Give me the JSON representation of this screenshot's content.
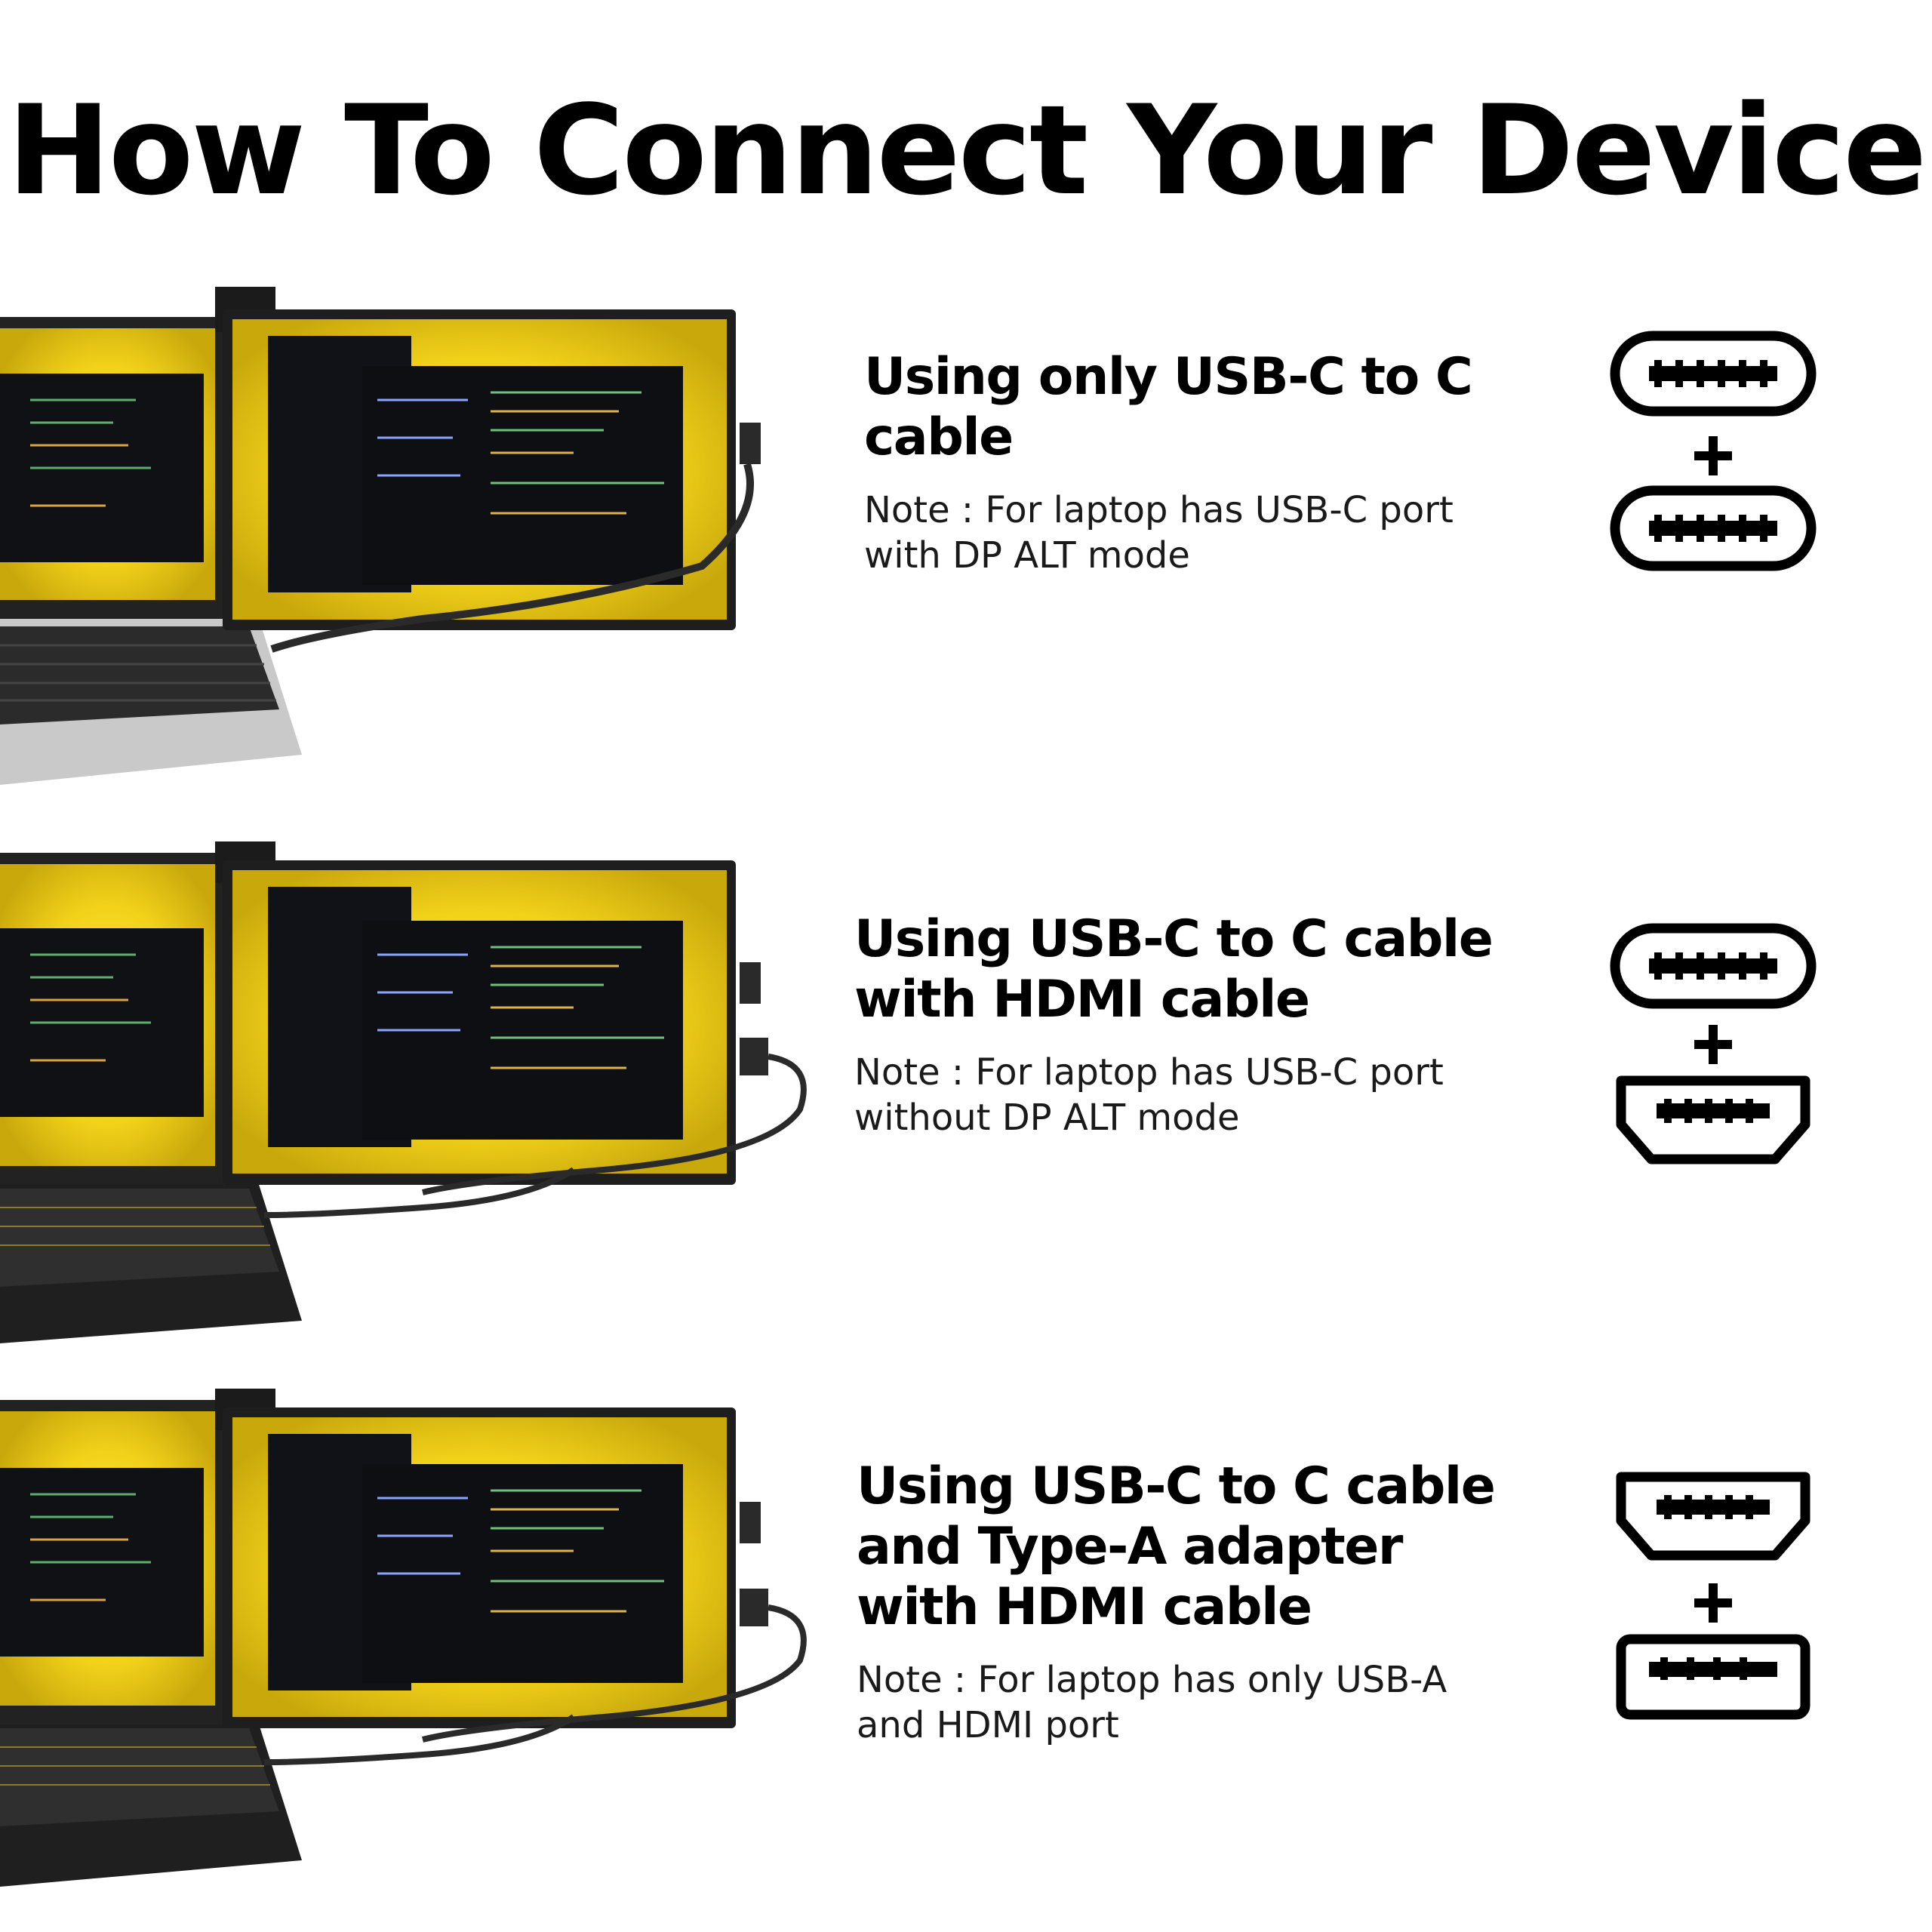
{
  "page": {
    "title": "How To Connect Your Device"
  },
  "options": [
    {
      "heading_lines": [
        "Using only USB-C to C",
        "cable"
      ],
      "note_lines": [
        "Note : For laptop has USB-C port",
        "with DP ALT mode"
      ],
      "ports": [
        "usb-c-port-icon",
        "plus-icon",
        "usb-c-port-icon"
      ]
    },
    {
      "heading_lines": [
        "Using USB-C to C cable",
        "with HDMI cable"
      ],
      "note_lines": [
        "Note : For laptop has USB-C port",
        "without DP ALT mode"
      ],
      "ports": [
        "usb-c-port-icon",
        "plus-icon",
        "hdmi-port-icon"
      ]
    },
    {
      "heading_lines": [
        "Using USB-C to C cable",
        "and Type-A adapter",
        "with HDMI cable"
      ],
      "note_lines": [
        "Note : For laptop has only USB-A",
        "and HDMI port"
      ],
      "ports": [
        "hdmi-port-icon",
        "plus-icon",
        "usb-a-port-icon"
      ]
    }
  ],
  "colors": {
    "screen_yellow": "#f2d21a",
    "frame_dark": "#222222",
    "code_bg": "#0f1115",
    "laptop_silver": "#c9c9c9",
    "icon_black": "#000000"
  }
}
